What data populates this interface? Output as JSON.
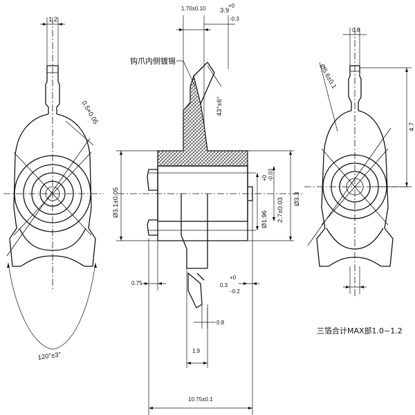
{
  "labels": {
    "w_1_2": "1.2",
    "chamfer_left": "0.5×0.05",
    "angle_120": "120°±3°",
    "w_1_70": "1.70±0.10",
    "w_3_9": "3.9",
    "w_3_9_tol_plus": "+0",
    "w_3_9_tol_minus": "-0.3",
    "note_hook": "钩爪内侧镀锡",
    "angle_43": "43°±6°",
    "d_3_1": "Ø3.1±0.05",
    "d_1_96": "Ø1.96",
    "d_1_96_tol_plus": "+0",
    "d_1_96_tol_minus": "-0.03",
    "d_2_7": "2.7±0.03",
    "d_3_3": "Ø3.3",
    "w_0_75": "0.75",
    "w_0_3": "0.3",
    "w_0_3_tol_plus": "+0",
    "w_0_3_tol_minus": "-0.2",
    "w_0_8_mid": "0.8",
    "w_1_9": "1.9",
    "w_10_75": "10.75±0.1",
    "w_0_8_right": "0.8",
    "chamfer_right": "Ø5.6±0.1",
    "h_4_7": "4.7",
    "note_mating": "三箔合计MAX部1.0~1.2"
  }
}
